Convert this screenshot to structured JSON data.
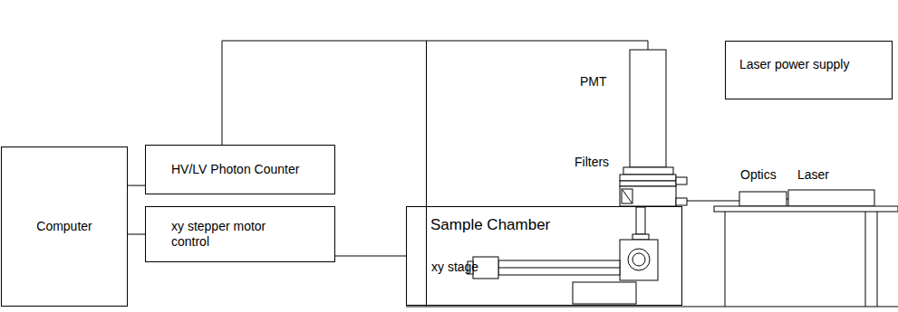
{
  "diagram": {
    "nodes": [
      {
        "text": [
          "Computer"
        ]
      },
      {
        "text": [
          "HV/LV Photon Counter"
        ]
      },
      {
        "text": [
          "xy stepper motor control"
        ]
      },
      {
        "text": [
          "Sample Chamber"
        ]
      },
      {
        "text": [
          "Laser power supply"
        ]
      }
    ],
    "edges": [
      {
        "from": 0,
        "to": 1,
        "arrow": "none"
      },
      {
        "from": 0,
        "to": 2,
        "arrow": "none"
      },
      {
        "from": 2,
        "to": 3,
        "arrow": "none"
      },
      {
        "from": 0,
        "to": 4,
        "arrow": "none"
      }
    ],
    "labels": [
      "PMT",
      "Filters",
      "Optics",
      "Laser",
      "xy stage"
    ]
  }
}
